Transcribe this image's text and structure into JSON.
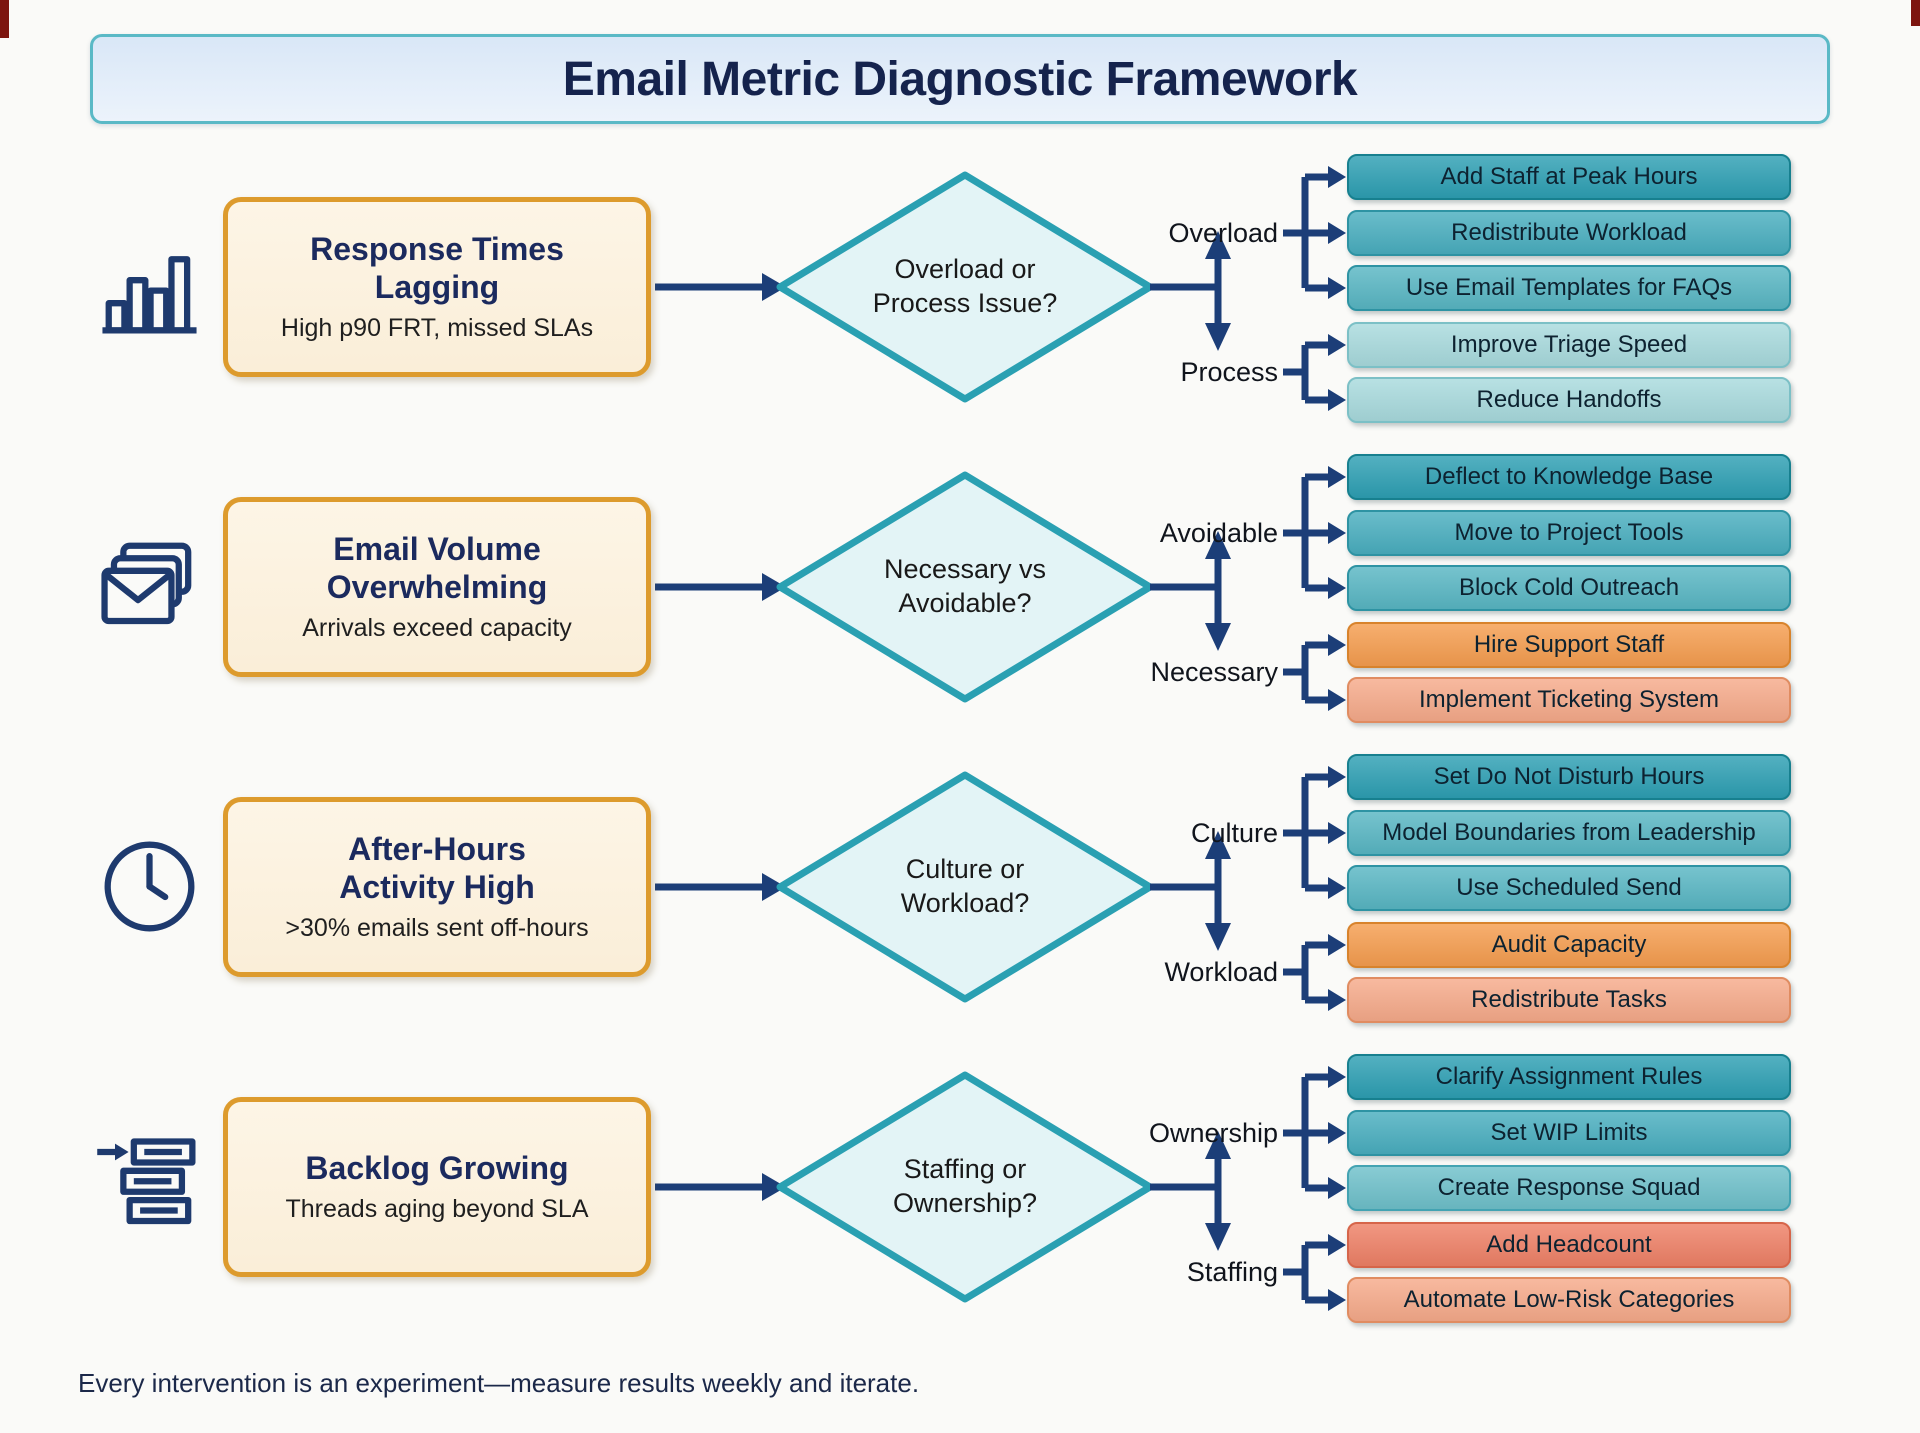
{
  "title": "Email Metric Diagnostic Framework",
  "footer": "Every intervention is an experiment—measure results weekly and iterate.",
  "connector_color": "#1c3e78",
  "diamond": {
    "fill": "#e3f4f6",
    "border": "#2aa0b2"
  },
  "palette": {
    "teal-dark": {
      "fill": "#2d9fb3",
      "border": "#17808f"
    },
    "teal-med": {
      "fill": "#49aebf",
      "border": "#2e93a3"
    },
    "teal-med2": {
      "fill": "#58b6c3",
      "border": "#2e93a3"
    },
    "teal-soft": {
      "fill": "#6ec0ca",
      "border": "#43a3b2"
    },
    "teal-light": {
      "fill": "#a8dadd",
      "border": "#7cc0c6"
    },
    "orange": {
      "fill": "#f59d4f",
      "border": "#d8832c"
    },
    "salmon": {
      "fill": "#f6aa8a",
      "border": "#e08c61"
    },
    "coral": {
      "fill": "#ee8066",
      "border": "#d6654a"
    }
  },
  "rows": [
    {
      "icon": "bar-chart-icon",
      "problem": {
        "title": "Response Times\nLagging",
        "subtitle": "High p90 FRT, missed SLAs"
      },
      "decision": "Overload or\nProcess Issue?",
      "branches": [
        {
          "label": "Overload",
          "actions": [
            {
              "text": "Add Staff at Peak Hours",
              "tone": "teal-dark"
            },
            {
              "text": "Redistribute Workload",
              "tone": "teal-med"
            },
            {
              "text": "Use Email Templates for FAQs",
              "tone": "teal-med2"
            }
          ]
        },
        {
          "label": "Process",
          "actions": [
            {
              "text": "Improve Triage Speed",
              "tone": "teal-light"
            },
            {
              "text": "Reduce Handoffs",
              "tone": "teal-light"
            }
          ]
        }
      ]
    },
    {
      "icon": "envelope-stack-icon",
      "problem": {
        "title": "Email Volume\nOverwhelming",
        "subtitle": "Arrivals exceed capacity"
      },
      "decision": "Necessary vs\nAvoidable?",
      "branches": [
        {
          "label": "Avoidable",
          "actions": [
            {
              "text": "Deflect to Knowledge Base",
              "tone": "teal-dark"
            },
            {
              "text": "Move to Project Tools",
              "tone": "teal-med"
            },
            {
              "text": "Block Cold Outreach",
              "tone": "teal-med2"
            }
          ]
        },
        {
          "label": "Necessary",
          "actions": [
            {
              "text": "Hire Support Staff",
              "tone": "orange"
            },
            {
              "text": "Implement Ticketing System",
              "tone": "salmon"
            }
          ]
        }
      ]
    },
    {
      "icon": "clock-icon",
      "problem": {
        "title": "After-Hours\nActivity High",
        "subtitle": ">30% emails sent off-hours"
      },
      "decision": "Culture or\nWorkload?",
      "branches": [
        {
          "label": "Culture",
          "actions": [
            {
              "text": "Set Do Not Disturb Hours",
              "tone": "teal-dark"
            },
            {
              "text": "Model Boundaries from Leadership",
              "tone": "teal-med2"
            },
            {
              "text": "Use Scheduled Send",
              "tone": "teal-med2"
            }
          ]
        },
        {
          "label": "Workload",
          "actions": [
            {
              "text": "Audit Capacity",
              "tone": "orange"
            },
            {
              "text": "Redistribute Tasks",
              "tone": "salmon"
            }
          ]
        }
      ]
    },
    {
      "icon": "backlog-stack-icon",
      "problem": {
        "title": "Backlog Growing",
        "subtitle": "Threads aging beyond SLA"
      },
      "decision": "Staffing or\nOwnership?",
      "branches": [
        {
          "label": "Ownership",
          "actions": [
            {
              "text": "Clarify Assignment Rules",
              "tone": "teal-dark"
            },
            {
              "text": "Set WIP Limits",
              "tone": "teal-med"
            },
            {
              "text": "Create Response Squad",
              "tone": "teal-soft"
            }
          ]
        },
        {
          "label": "Staffing",
          "actions": [
            {
              "text": "Add Headcount",
              "tone": "coral"
            },
            {
              "text": "Automate Low-Risk Categories",
              "tone": "salmon"
            }
          ]
        }
      ]
    }
  ]
}
